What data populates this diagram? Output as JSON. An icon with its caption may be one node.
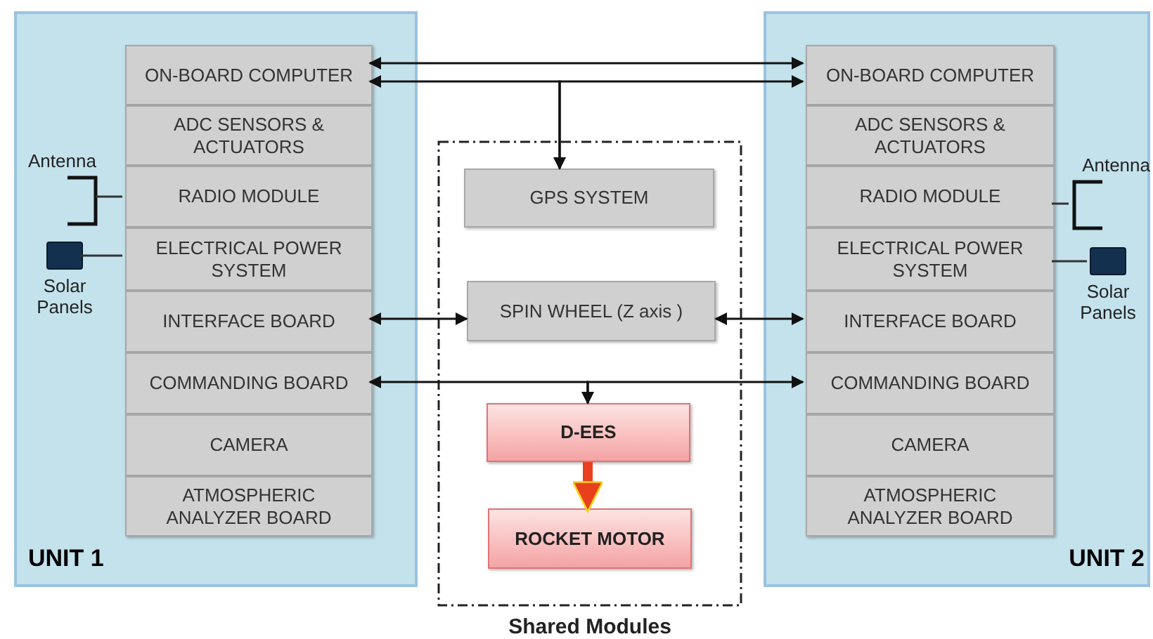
{
  "diagram": {
    "nodes": [
      {
        "text": [
          "UNIT 1"
        ]
      },
      {
        "text": [
          "ON-BOARD COMPUTER"
        ],
        "in": 0
      },
      {
        "text": [
          "ADC SENSORS & ACTUATORS"
        ],
        "in": 0
      },
      {
        "text": [
          "RADIO MODULE"
        ],
        "in": 0
      },
      {
        "text": [
          "ELECTRICAL POWER SYSTEM"
        ],
        "in": 0
      },
      {
        "text": [
          "INTERFACE BOARD"
        ],
        "in": 0
      },
      {
        "text": [
          "COMMANDING BOARD"
        ],
        "in": 0
      },
      {
        "text": [
          "CAMERA"
        ],
        "in": 0
      },
      {
        "text": [
          "ATMOSPHERIC ANALYZER BOARD"
        ],
        "in": 0
      },
      {
        "text": [
          "Antenna"
        ],
        "in": 0
      },
      {
        "text": [
          "Solar Panels"
        ],
        "in": 0
      },
      {
        "text": [
          "UNIT 2"
        ]
      },
      {
        "text": [
          "ON-BOARD COMPUTER"
        ],
        "in": 11
      },
      {
        "text": [
          "ADC SENSORS & ACTUATORS"
        ],
        "in": 11
      },
      {
        "text": [
          "RADIO MODULE"
        ],
        "in": 11
      },
      {
        "text": [
          "ELECTRICAL POWER SYSTEM"
        ],
        "in": 11
      },
      {
        "text": [
          "INTERFACE BOARD"
        ],
        "in": 11
      },
      {
        "text": [
          "COMMANDING BOARD"
        ],
        "in": 11
      },
      {
        "text": [
          "CAMERA"
        ],
        "in": 11
      },
      {
        "text": [
          "ATMOSPHERIC ANALYZER BOARD"
        ],
        "in": 11
      },
      {
        "text": [
          "Antenna"
        ],
        "in": 11
      },
      {
        "text": [
          "Solar Panels"
        ],
        "in": 11
      },
      {
        "text": [
          "Shared Modules"
        ]
      },
      {
        "text": [
          "GPS SYSTEM"
        ],
        "in": 22
      },
      {
        "text": [
          "SPIN WHEEL (Z axis )"
        ],
        "in": 22
      },
      {
        "text": [
          "D-EES"
        ],
        "in": 22
      },
      {
        "text": [
          "ROCKET MOTOR"
        ],
        "in": 22
      }
    ],
    "edges": [
      {
        "from": 1,
        "to": 12,
        "arrow": "both"
      },
      {
        "from": 23,
        "to": 1,
        "arrow": "both"
      },
      {
        "from": 23,
        "to": 12,
        "arrow": "both"
      },
      {
        "from": 5,
        "to": 24,
        "arrow": "both"
      },
      {
        "from": 24,
        "to": 16,
        "arrow": "both"
      },
      {
        "from": 25,
        "to": 6,
        "arrow": "both"
      },
      {
        "from": 25,
        "to": 17,
        "arrow": "both"
      },
      {
        "from": 25,
        "to": 26,
        "arrow": "to",
        "style": "thick",
        "color": "#e8401c"
      },
      {
        "from": 3,
        "to": 9,
        "arrow": "none"
      },
      {
        "from": 4,
        "to": 10,
        "arrow": "none"
      },
      {
        "from": 14,
        "to": 20,
        "arrow": "none"
      },
      {
        "from": 15,
        "to": 21,
        "arrow": "none"
      }
    ]
  }
}
